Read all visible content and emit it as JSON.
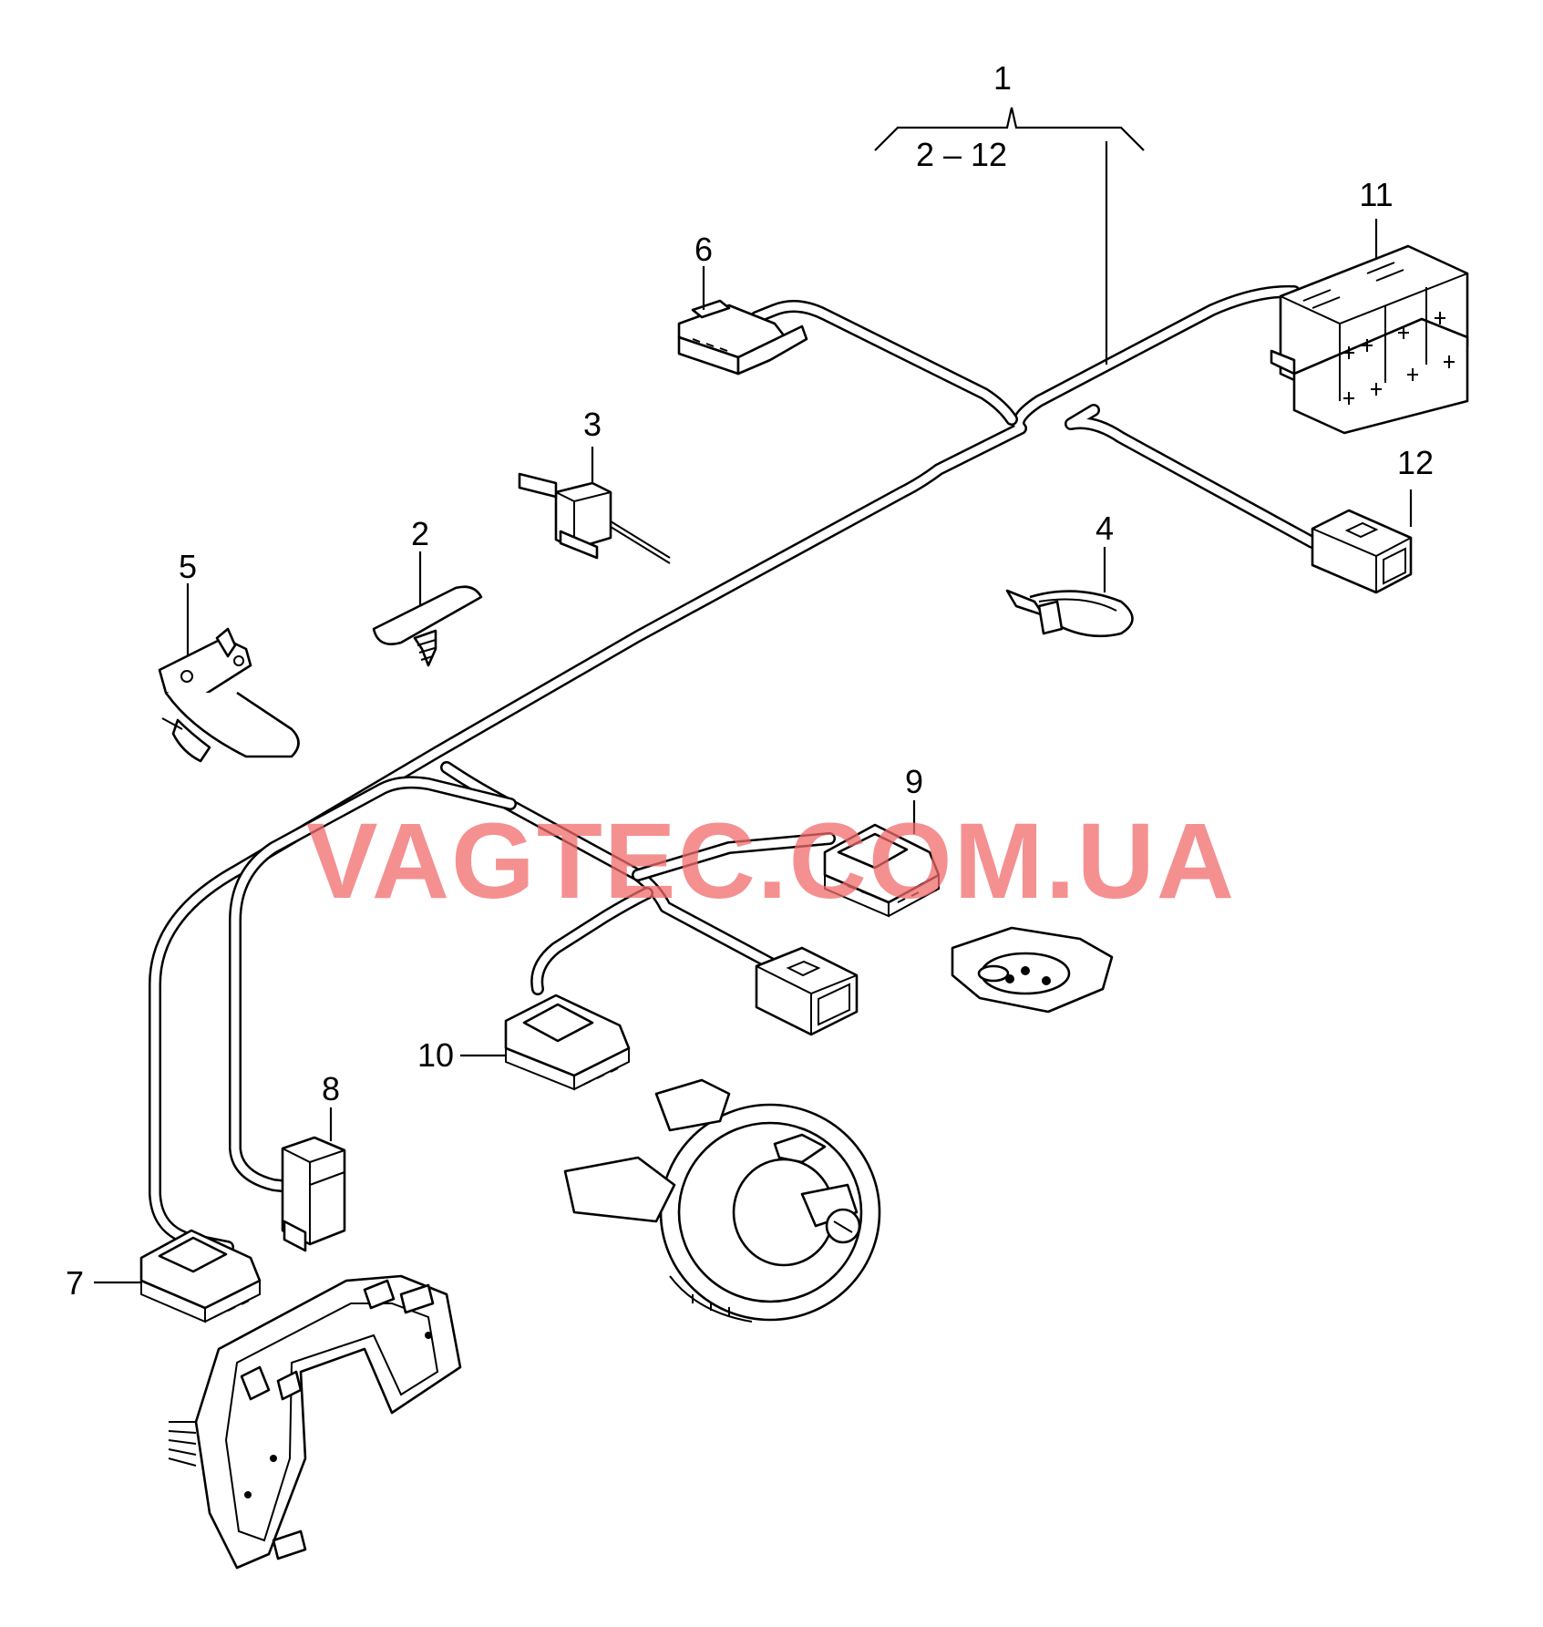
{
  "assembly": {
    "label": "1",
    "range_label": "2 – 12"
  },
  "callouts": {
    "c2": "2",
    "c3": "3",
    "c4": "4",
    "c5": "5",
    "c6": "6",
    "c7": "7",
    "c8": "8",
    "c9": "9",
    "c10": "10",
    "c11": "11",
    "c12": "12"
  },
  "watermark": "VAGTEC.COM.UA",
  "colors": {
    "line": "#000000",
    "background": "#ffffff",
    "watermark": "#f26b6b"
  }
}
